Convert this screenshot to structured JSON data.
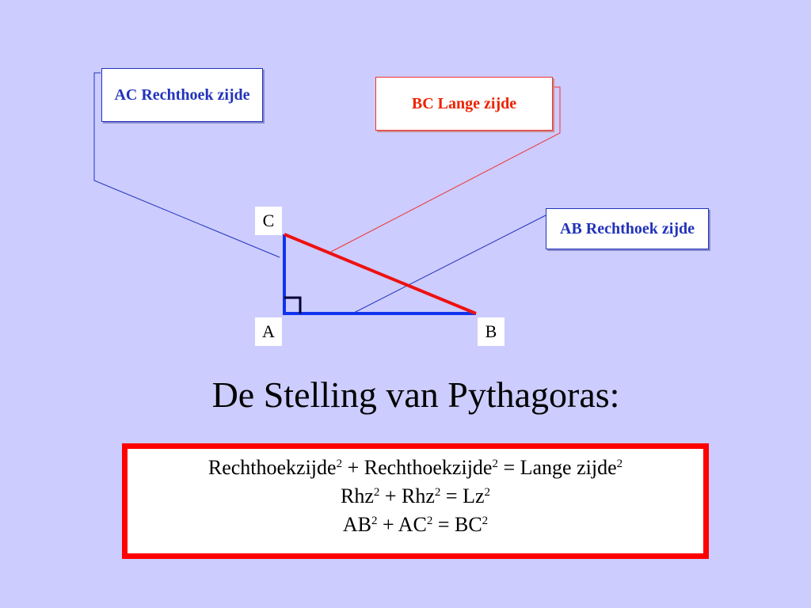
{
  "callouts": {
    "ac": "AC Rechthoek zijde",
    "bc": "BC Lange zijde",
    "ab": "AB Rechthoek zijde"
  },
  "vertices": {
    "a": "A",
    "b": "B",
    "c": "C"
  },
  "title": "De Stelling van Pythagoras:",
  "formula": {
    "line1": {
      "t1": "Rechthoekzijde",
      "t2": " + Rechthoekzijde",
      "t3": " = Lange zijde",
      "exp": "2"
    },
    "line2": {
      "t1": "Rhz",
      "t2": " + Rhz",
      "t3": " = Lz",
      "exp": "2"
    },
    "line3": {
      "t1": "AB",
      "t2": " + AC",
      "t3": " = BC",
      "exp": "2"
    }
  },
  "colors": {
    "background": "#ccccff",
    "legs": "#1133ee",
    "hypotenuse": "#ee1111",
    "box_border": "#ff0000"
  }
}
